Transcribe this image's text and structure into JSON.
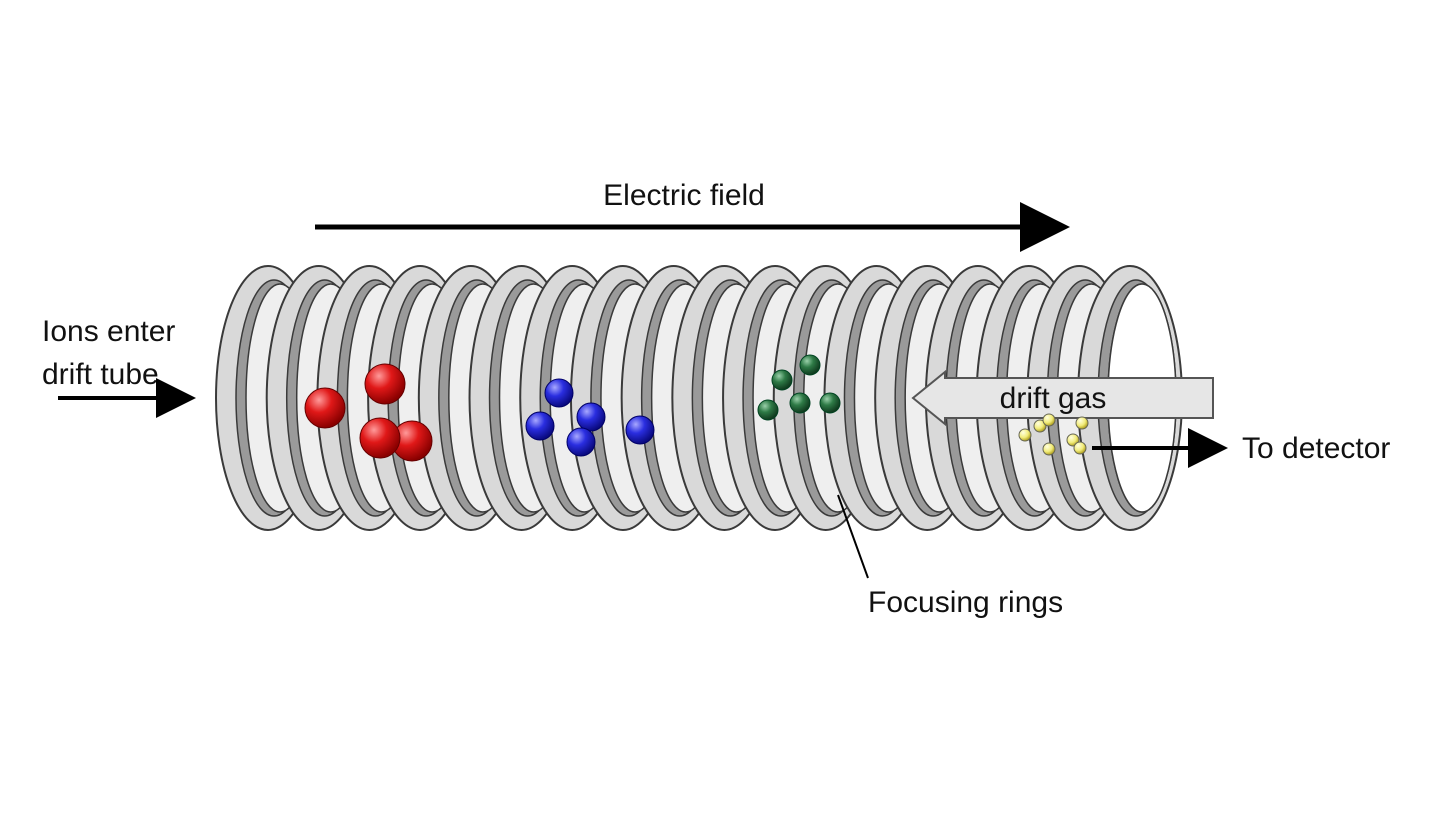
{
  "labels": {
    "electric_field": "Electric field",
    "ions_enter_line1": "Ions enter",
    "ions_enter_line2": "drift tube",
    "drift_gas": "drift gas",
    "to_detector": "To detector",
    "focusing_rings": "Focusing rings"
  },
  "colors": {
    "ring_face": "#d9d9d9",
    "ring_inner": "#9a9a9a",
    "ring_stroke": "#3a3a3a",
    "ion_red": "#e01818",
    "ion_blue": "#2a2ee0",
    "ion_green": "#2e7a46",
    "ion_yellow": "#f2ec7a",
    "drift_gas_arrow": "#e6e6e6",
    "arrow": "#000000"
  },
  "icons": {
    "electric_field_arrow": "arrow-right-icon",
    "ions_enter_arrow": "arrow-right-icon",
    "drift_gas_arrow": "arrow-left-icon",
    "to_detector_arrow": "arrow-right-icon"
  }
}
